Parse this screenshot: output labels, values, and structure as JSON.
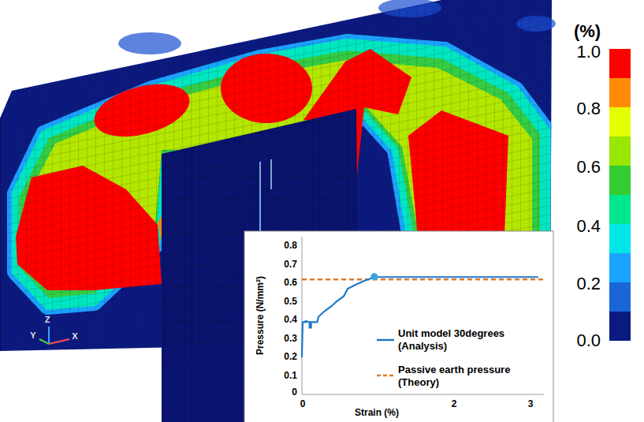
{
  "diagram": {
    "labels": [
      "(%)",
      "1.0",
      "0.8",
      "0.6",
      "0.4",
      "0.2",
      "0.0",
      "0.8",
      "0.7",
      "0.6",
      "0.5",
      "0.4",
      "0.3",
      "0.2",
      "0.1",
      "0",
      "0",
      "2",
      "3",
      "Pressure (N/mm²)",
      "Strain (%)",
      "Z",
      "Y",
      "X"
    ],
    "legend": [
      {
        "text": "Unit model 30degrees (Analysis)"
      },
      {
        "text": "Passive earth pressure (Theory)"
      }
    ]
  }
}
